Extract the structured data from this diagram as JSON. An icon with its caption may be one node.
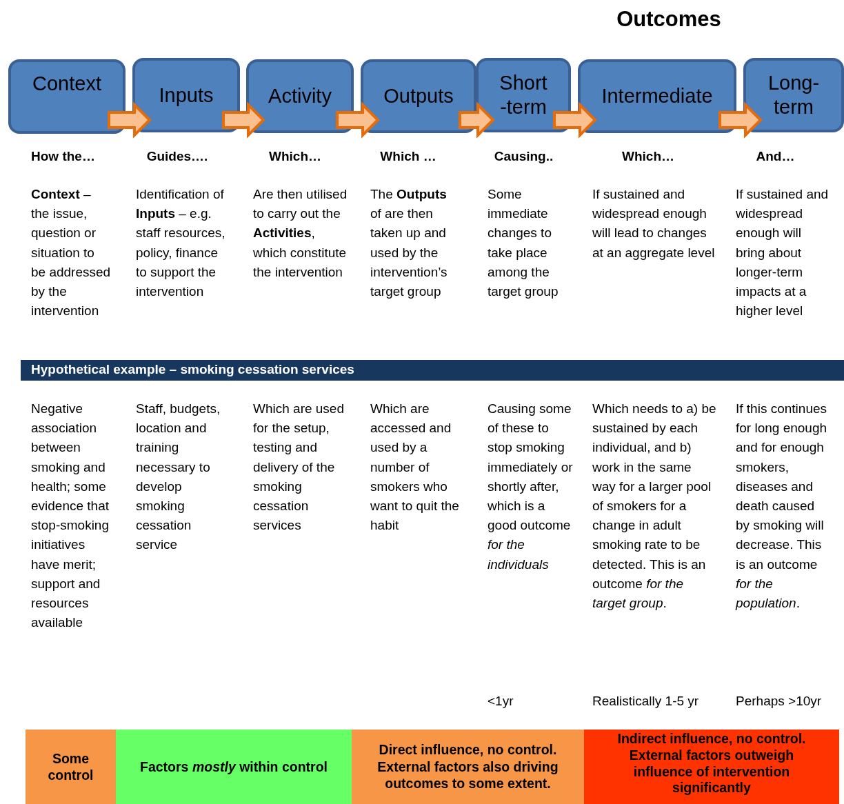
{
  "diagram": {
    "title": "Outcomes",
    "nodes": [
      {
        "text": [
          "Context"
        ]
      },
      {
        "text": [
          "Inputs"
        ]
      },
      {
        "text": [
          "Activity"
        ]
      },
      {
        "text": [
          "Outputs"
        ]
      },
      {
        "text": [
          "Short -term"
        ]
      },
      {
        "text": [
          "Intermediate"
        ]
      },
      {
        "text": [
          "Long- term"
        ]
      },
      {
        "text": [
          "Hypothetical example – smoking cessation services"
        ]
      },
      {
        "text": [
          "Some control"
        ]
      },
      {
        "text": [
          "Factors *mostly* within control"
        ]
      },
      {
        "text": [
          "Direct influence, no control. External factors also driving outcomes to some extent."
        ]
      },
      {
        "text": [
          "Indirect influence, no control. External factors outweigh influence of intervention significantly"
        ]
      }
    ],
    "edges": [
      {
        "from": 0,
        "to": 1,
        "arrow": "to"
      },
      {
        "from": 1,
        "to": 2,
        "arrow": "to"
      },
      {
        "from": 2,
        "to": 3,
        "arrow": "to"
      },
      {
        "from": 3,
        "to": 4,
        "arrow": "to"
      },
      {
        "from": 4,
        "to": 5,
        "arrow": "to"
      },
      {
        "from": 5,
        "to": 6,
        "arrow": "to"
      }
    ],
    "labels": [
      "How the…",
      "Guides….",
      "Which…",
      "Which …",
      "Causing..",
      "Which…",
      "And…",
      "**Context** – the issue, question or situation to be addressed by the intervention",
      "Identification of **Inputs** – e.g. staff resources, policy, finance to support the intervention",
      "Are then utilised to carry out the **Activities**, which constitute the intervention",
      "The **Outputs** of are then taken up and used by the intervention’s target group",
      "Some immediate changes to take place among the target group",
      "If sustained and widespread enough will lead to changes at an aggregate level",
      "If sustained and widespread enough will bring about longer-term impacts at a higher level",
      "Negative association between smoking and health; some evidence that stop-smoking initiatives have merit; support and resources available",
      "Staff, budgets, location and training necessary to develop smoking cessation service",
      "Which are used for the setup, testing and delivery of the smoking cessation services",
      "Which are accessed and used by a number of smokers who want to quit the habit",
      "Causing some of these to stop smoking immediately or shortly after, which is a good outcome *for the individuals*",
      "Which needs to a) be sustained by each individual, and b) work in the same way for a larger pool of smokers for a change in adult smoking rate to be detected. This is an outcome *for the target group*.",
      "If this continues for long enough and for enough smokers, diseases and death caused by smoking will decrease. This is an outcome *for the population*.",
      "<1yr",
      "Realistically 1-5 yr",
      "Perhaps >10yr"
    ]
  }
}
